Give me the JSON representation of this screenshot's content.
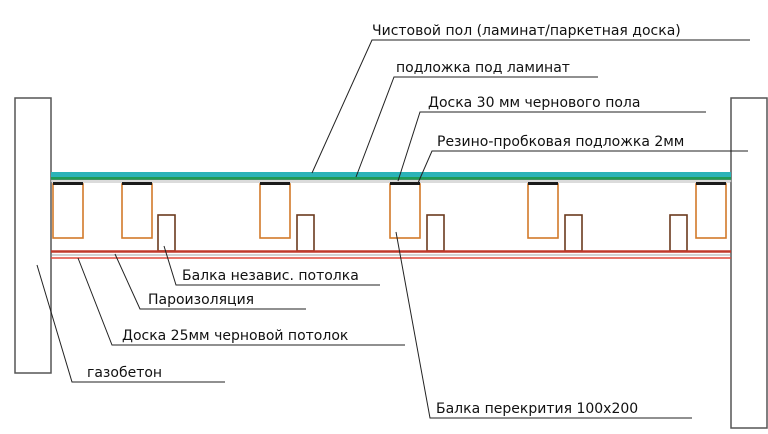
{
  "labels": {
    "finish_floor": "Чистовой пол (ламинат/паркетная доска)",
    "laminate_underlay": "подложка под ламинат",
    "subfloor_board": "Доска 30 мм чернового пола",
    "cork_underlay": "Резино-пробковая подложка 2мм",
    "ceiling_beam": "Балка независ. потолка",
    "vapor_barrier": "Пароизоляция",
    "ceiling_board": "Доска 25мм черновой потолок",
    "aerated_concrete": "газобетон",
    "floor_beam": "Балка перекрития 100х200"
  },
  "colors": {
    "wall_stroke": "#555555",
    "finish_floor": "#2bb3b8",
    "laminate_underlay": "#1f9a55",
    "cork_underlay": "#1a1a1a",
    "floor_beam": "#d27a2a",
    "ceiling_beam": "#6b3a1e",
    "vapor_barrier": "#c0392b",
    "ceiling_board": "#e04a3c",
    "leader": "#222222"
  }
}
